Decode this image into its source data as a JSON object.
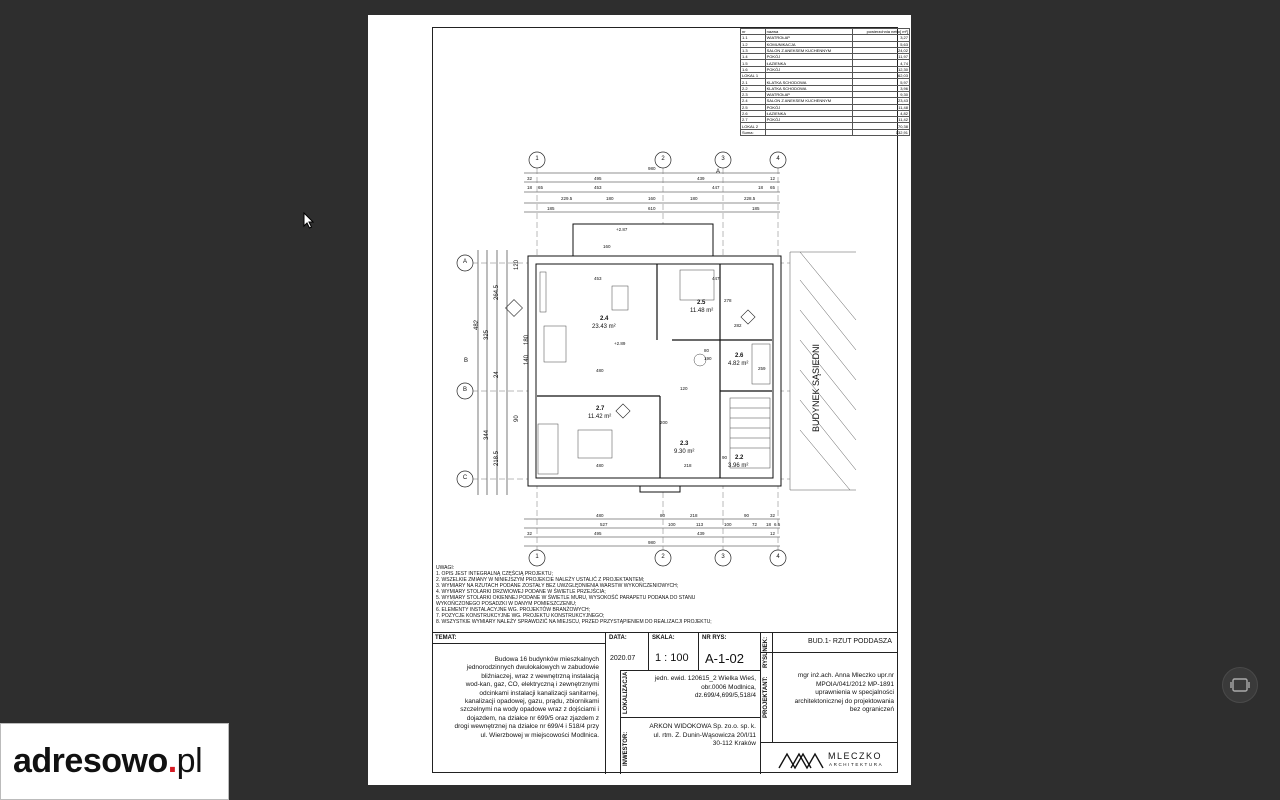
{
  "rooms_header": {
    "nr": "nr",
    "name": "nazwa",
    "area": "powierzchnia netto[ m²]"
  },
  "rooms": [
    {
      "nr": "1.1",
      "name": "WIATROŁAP",
      "area": "3,27"
    },
    {
      "nr": "1.2",
      "name": "KOMUNIKACJA",
      "area": "5,63"
    },
    {
      "nr": "1.3",
      "name": "SALON Z ANEKSEM KUCHENNYM",
      "area": "24,02"
    },
    {
      "nr": "1.4",
      "name": "POKÓJ",
      "area": "11,97"
    },
    {
      "nr": "1.5",
      "name": "ŁAZIENKA",
      "area": "4,74"
    },
    {
      "nr": "1.6",
      "name": "POKÓJ",
      "area": "12,30"
    },
    {
      "nr": "LOKAL 1",
      "name": "",
      "area": "62,03"
    },
    {
      "nr": "2.1",
      "name": "KLATKA SCHODOWA",
      "area": "5,97"
    },
    {
      "nr": "2.2",
      "name": "KLATKA SCHODOWA",
      "area": "3,96"
    },
    {
      "nr": "2.3",
      "name": "WIATROŁAP",
      "area": "9,30"
    },
    {
      "nr": "2.4",
      "name": "SALON Z ANEKSEM KUCHENNYM",
      "area": "23,43"
    },
    {
      "nr": "2.5",
      "name": "POKÓJ",
      "area": "11,48"
    },
    {
      "nr": "2.6",
      "name": "ŁAZIENKA",
      "area": "4,82"
    },
    {
      "nr": "2.7",
      "name": "POKÓJ",
      "area": "11,42"
    },
    {
      "nr": "LOKAL 2",
      "name": "",
      "area": "70,38"
    },
    {
      "nr": "Suma:",
      "name": "",
      "area": "132,91"
    }
  ],
  "plan": {
    "axes_top": [
      "1",
      "2",
      "3",
      "4"
    ],
    "axes_side": [
      "A",
      "B",
      "C"
    ],
    "dims_top1": [
      "980"
    ],
    "dims_top2": [
      "32",
      "495",
      "439",
      "12"
    ],
    "dims_top3": [
      "18",
      "65",
      "453",
      "447",
      "18",
      "65"
    ],
    "dims_top4": [
      "229.5",
      "180",
      "160",
      "180",
      "228.5"
    ],
    "dims_top5": [
      "185",
      "610",
      "185"
    ],
    "dims_bottom1": [
      "480",
      "80",
      "218",
      "90",
      "32"
    ],
    "dims_bottom2": [
      "527",
      "100",
      "113",
      "100",
      "72",
      "18",
      "6.5"
    ],
    "dims_bottom3": [
      "32",
      "495",
      "439",
      "12"
    ],
    "dims_bottom4": [
      "980"
    ],
    "side_dims": [
      "482",
      "325",
      "264.5",
      "24",
      "344",
      "218.5",
      "90",
      "120",
      "180",
      "140"
    ],
    "room_labels": [
      {
        "nr": "2.4",
        "area": "23.43 m²"
      },
      {
        "nr": "2.5",
        "area": "11.48 m²"
      },
      {
        "nr": "2.6",
        "area": "4.82 m²"
      },
      {
        "nr": "2.7",
        "area": "11.42 m²"
      },
      {
        "nr": "2.3",
        "area": "9.30 m²"
      },
      {
        "nr": "2.2",
        "area": "3.96 m²"
      }
    ],
    "inner_dims": [
      "453",
      "447",
      "480",
      "480",
      "282",
      "259",
      "160",
      "200",
      "120",
      "80",
      "190",
      "218",
      "90",
      "278"
    ],
    "levels": [
      "+2.87",
      "+2.89"
    ],
    "neighbour": "BUDYNEK SĄSIEDNI",
    "axis_arrow_a": "A",
    "axis_arrow_b": "B"
  },
  "notes_title": "UWAGI:",
  "notes": [
    "1. OPIS JEST INTEGRALNĄ CZĘŚCIĄ PROJEKTU;",
    "2. WSZELKIE ZMIANY W NINIEJSZYM PROJEKCIE NALEŻY USTALIĆ Z PROJEKTANTEM;",
    "3. WYMIARY NA RZUTACH PODANE ZOSTAŁY BEZ UWZGLĘDNIENIA WARSTW WYKOŃCZENIOWYCH;",
    "4. WYMIARY STOLARKI DRZWIOWEJ PODANE W ŚWIETLE PRZEJŚCIA;",
    "5. WYMIARY STOLARKI OKIENNEJ PODANE W ŚWIETLE MURU, WYSOKOŚĆ PARAPETU PODANA DO STANU",
    "WYKOŃCZONEGO POSADZKI W DANYM POMIESZCZENIU;",
    "6. ELEMENTY INSTALACYJNE WG. PROJEKTÓW BRANŻOWYCH;",
    "7. POZYCJE KONSTRUKCYJNE WG. PROJEKTU KONSTRUKCYJNEGO;",
    "8. WSZYSTKIE WYMIARY NALEŻY SPRAWDZIĆ NA MIEJSCU, PRZED PRZYSTĄPIENIEM DO REALIZACJI PROJEKTU;"
  ],
  "title_block": {
    "temat_label": "TEMAT:",
    "temat": [
      "Budowa 16 budynków mieszkalnych",
      "jednorodzinnych dwulokalowych w zabudowie",
      "bliźniaczej, wraz z wewnętrzną instalacją",
      "wod-kan, gaz, CO, elektryczną i zewnętrznymi",
      "odcinkami instalacji kanalizacji sanitarnej,",
      "kanalizacji opadowej, gazu, prądu, zbiornikami",
      "szczelnymi na wody opadowe wraz z dojściami i",
      "dojazdem, na działce nr 699/5 oraz zjazdem z",
      "drogi wewnętrznej na działce nr 699/4 i 518/4 przy",
      "ul. Wierzbowej w miejscowości Modlnica."
    ],
    "data_label": "DATA:",
    "data": "2020.07",
    "skala_label": "SKALA:",
    "skala": "1 : 100",
    "nr_label": "NR RYS:",
    "nr": "A-1-02",
    "rysunek_label": "RYSUNEK:",
    "rysunek": "BUD.1- RZUT PODDASZA",
    "lokalizacja_label": "LOKALIZACJA:",
    "lokalizacja": [
      "jedn. ewid. 120615_2 Wielka Wieś,",
      "obr.0006 Modlnica,",
      "dz.699/4,699/5,518/4"
    ],
    "projektant_label": "PROJEKTANT:",
    "projektant": [
      "mgr inż.ach. Anna Mleczko upr.nr",
      "MPOIA/041/2012 MP-1891",
      "uprawnienia w specjalności",
      "architektonicznej do projektowania",
      "bez ograniczeń"
    ],
    "inwestor_label": "INWESTOR:",
    "inwestor": [
      "ARKON WIDOKOWA Sp. zo.o. sp. k.",
      "ul. rtm. Z. Dunin-Wąsowicza 20/I/11",
      "30-112 Kraków"
    ],
    "firm_name": "MLECZKO",
    "firm_sub": "ARCHITEKTURA"
  },
  "watermark": {
    "brand": "adresowo",
    "dot": ".",
    "tld": "pl"
  },
  "colors": {
    "viewer_bg": "#2e2e2e",
    "brand_red": "#d51b24"
  }
}
